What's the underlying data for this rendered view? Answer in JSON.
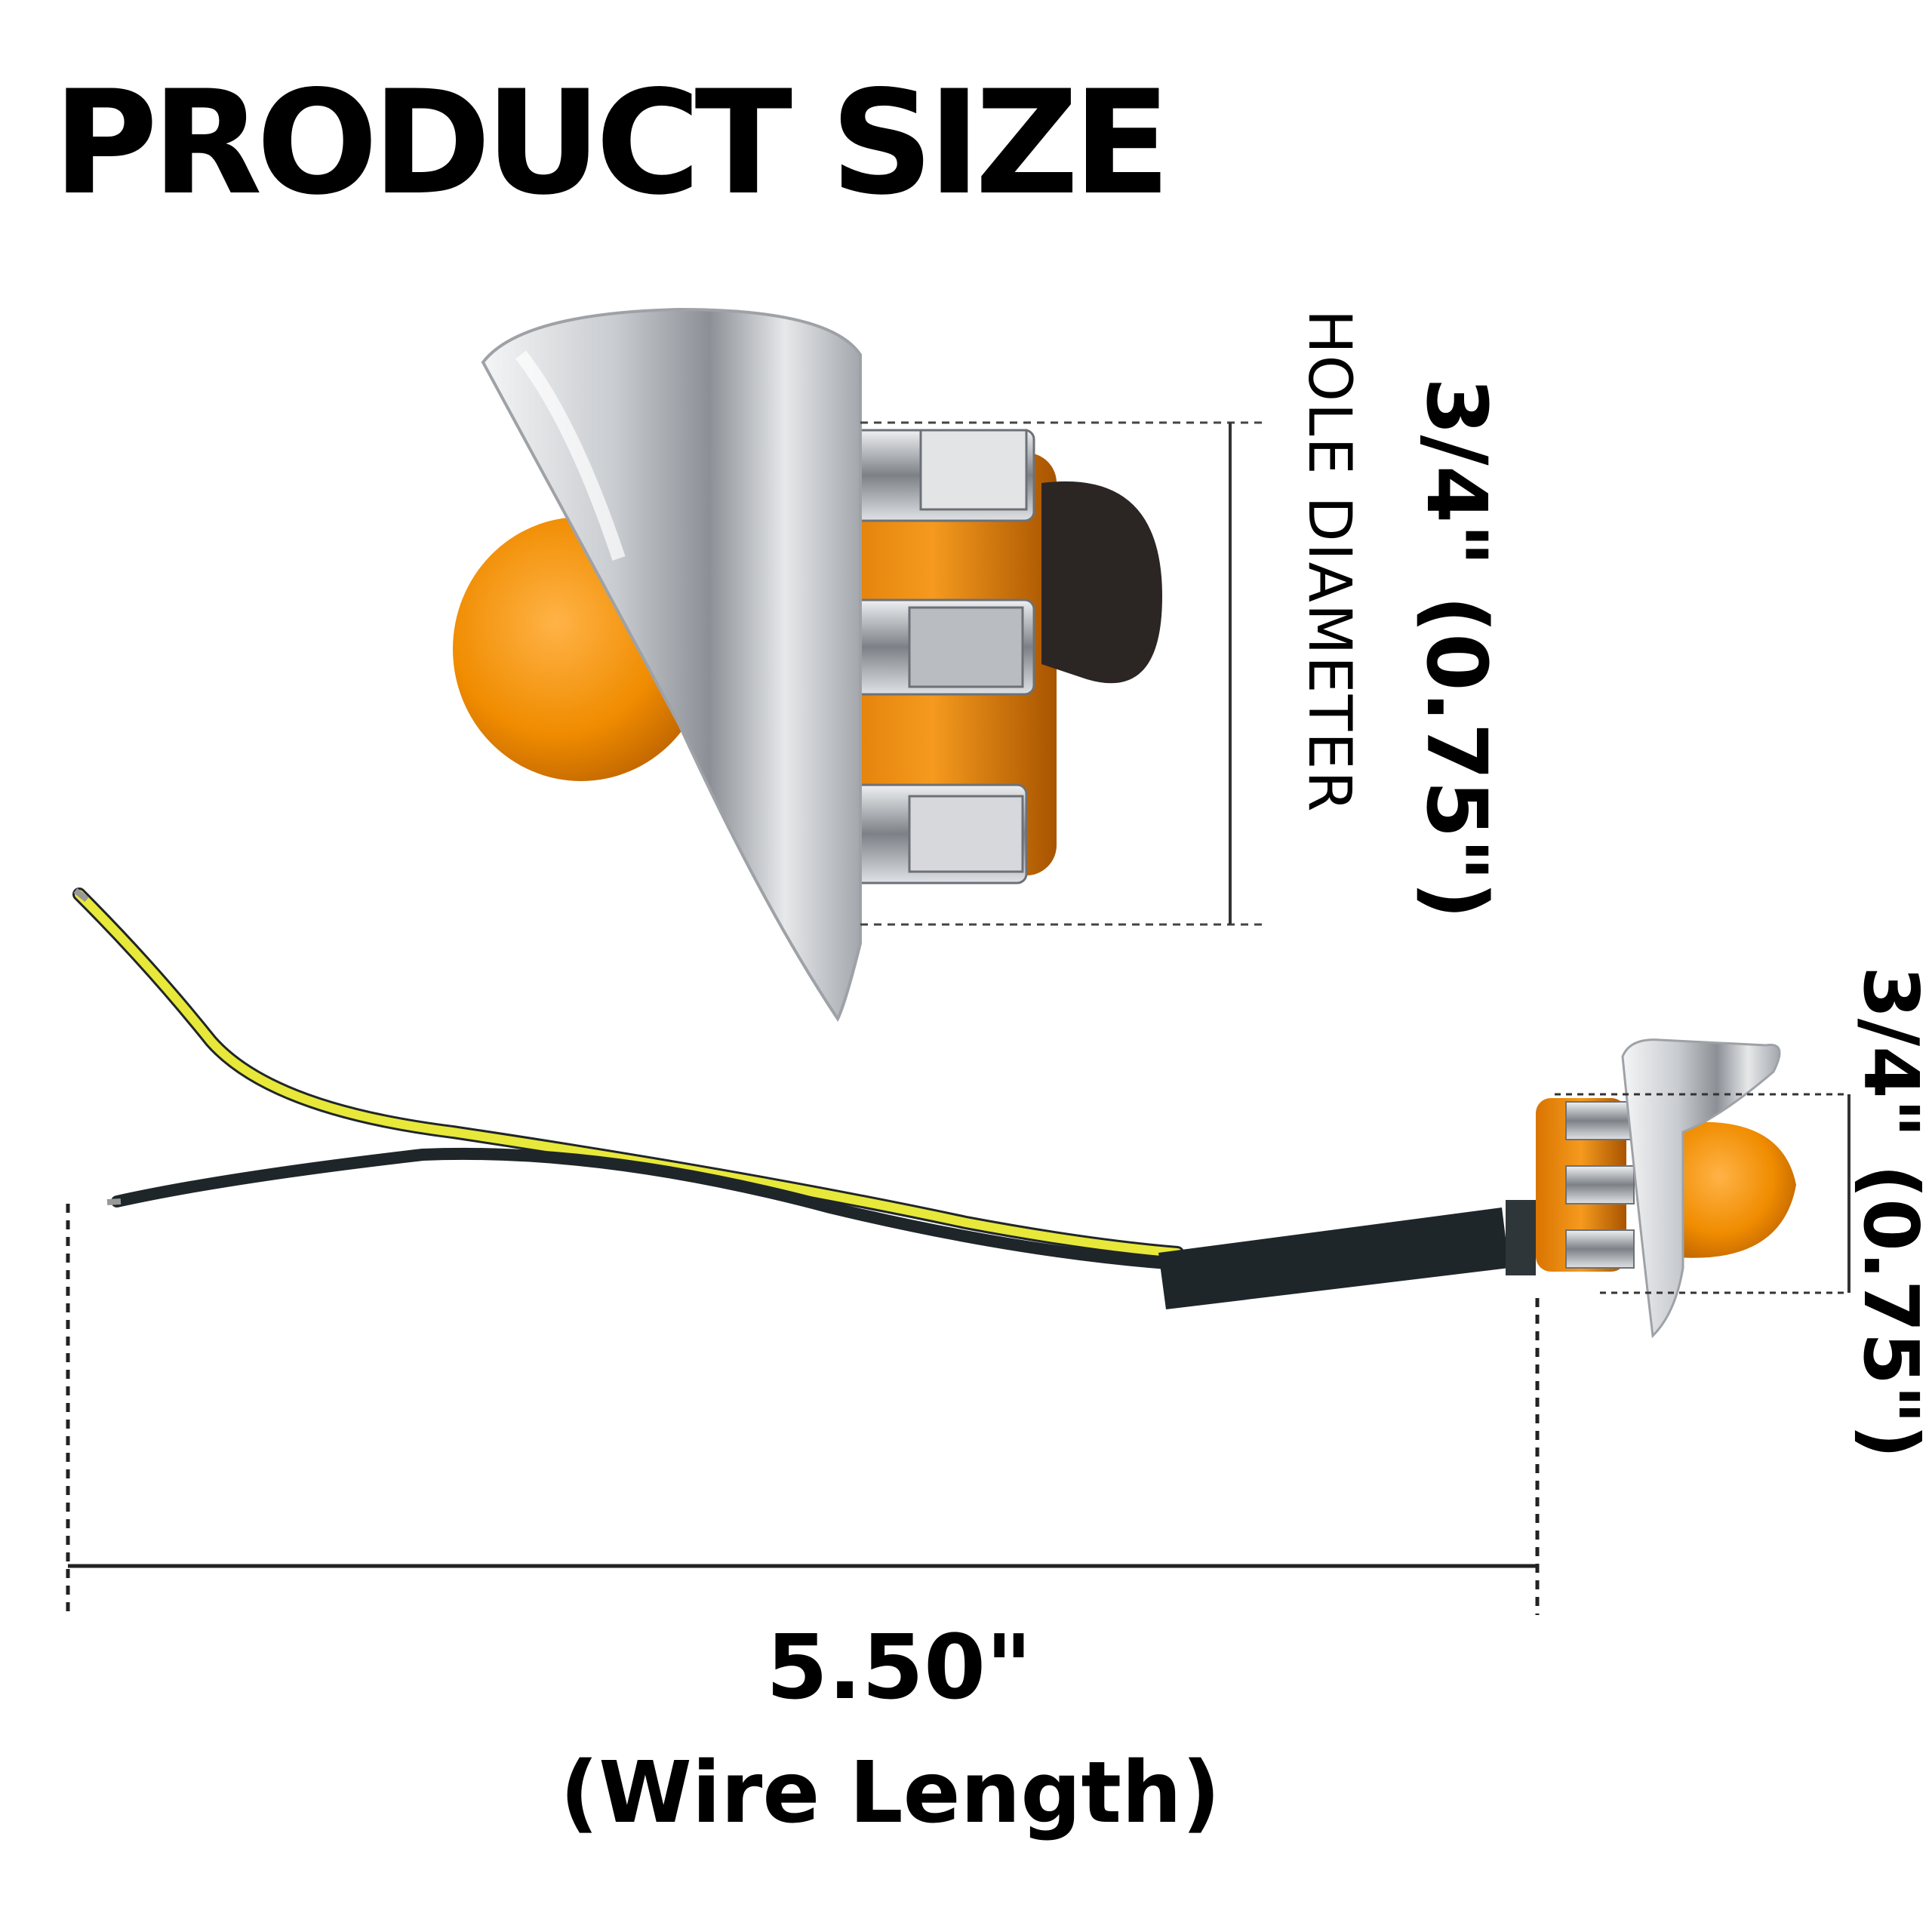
{
  "title": "PRODUCT SIZE",
  "hole": {
    "label": "HOLE DIAMETER",
    "dimension": "3/4\" (0.75\")"
  },
  "side_dimension": "3/4\" (0.75\")",
  "wire": {
    "length": "5.50\"",
    "length_label": "(Wire Length)"
  },
  "colors": {
    "amber": "#f08c00",
    "chrome": "#d9dcdf",
    "wire_yellow": "#e8e83a",
    "wire_black": "#1f262a"
  }
}
